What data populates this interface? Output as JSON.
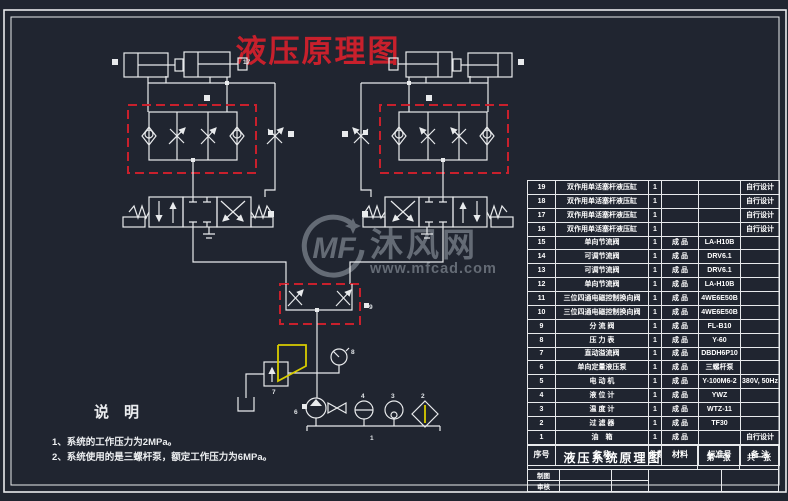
{
  "title": "液压原理图",
  "watermark": {
    "logo": "MF",
    "site_name": "沐风网",
    "url": "www.mfcad.com"
  },
  "notes": {
    "heading": "说　明",
    "lines": [
      "1、系统的工作压力为2MPa。",
      "2、系统使用的是三螺杆泵，额定工作压力为6MPa。"
    ]
  },
  "balloons": {
    "cylinder": "17",
    "divider": "9",
    "gauge": "8",
    "relief": "7",
    "pump": "6",
    "level": "4",
    "thermo": "3",
    "filter": "2",
    "tank": "1"
  },
  "bom": {
    "headers": {
      "no": "序号",
      "name": "名  称",
      "qty": "件数",
      "material": "材料",
      "standard": "标准号",
      "remark": "备  注"
    },
    "rows": [
      {
        "no": "19",
        "name": "双作用单活塞杆液压缸",
        "qty": "1",
        "material": "",
        "standard": "",
        "remark": "自行设计"
      },
      {
        "no": "18",
        "name": "双作用单活塞杆液压缸",
        "qty": "1",
        "material": "",
        "standard": "",
        "remark": "自行设计"
      },
      {
        "no": "17",
        "name": "双作用单活塞杆液压缸",
        "qty": "1",
        "material": "",
        "standard": "",
        "remark": "自行设计"
      },
      {
        "no": "16",
        "name": "双作用单活塞杆液压缸",
        "qty": "1",
        "material": "",
        "standard": "",
        "remark": "自行设计"
      },
      {
        "no": "15",
        "name": "单向节流阀",
        "qty": "1",
        "material": "成 品",
        "standard": "LA-H10B",
        "remark": ""
      },
      {
        "no": "14",
        "name": "可调节流阀",
        "qty": "1",
        "material": "成 品",
        "standard": "DRV6.1",
        "remark": ""
      },
      {
        "no": "13",
        "name": "可调节流阀",
        "qty": "1",
        "material": "成 品",
        "standard": "DRV6.1",
        "remark": ""
      },
      {
        "no": "12",
        "name": "单向节流阀",
        "qty": "1",
        "material": "成 品",
        "standard": "LA-H10B",
        "remark": ""
      },
      {
        "no": "11",
        "name": "三位四通电磁控制换向阀",
        "qty": "1",
        "material": "成 品",
        "standard": "4WE6E50B",
        "remark": ""
      },
      {
        "no": "10",
        "name": "三位四通电磁控制换向阀",
        "qty": "1",
        "material": "成 品",
        "standard": "4WE6E50B",
        "remark": ""
      },
      {
        "no": "9",
        "name": "分 流 阀",
        "qty": "1",
        "material": "成 品",
        "standard": "FL-B10",
        "remark": ""
      },
      {
        "no": "8",
        "name": "压 力 表",
        "qty": "1",
        "material": "成 品",
        "standard": "Y-60",
        "remark": ""
      },
      {
        "no": "7",
        "name": "直动溢流阀",
        "qty": "1",
        "material": "成 品",
        "standard": "DBDH6P10",
        "remark": ""
      },
      {
        "no": "6",
        "name": "单向定量液压泵",
        "qty": "1",
        "material": "成 品",
        "standard": "三螺杆泵",
        "remark": ""
      },
      {
        "no": "5",
        "name": "电 动 机",
        "qty": "1",
        "material": "成 品",
        "standard": "Y-100M6-2",
        "remark": "380V, 50Hz"
      },
      {
        "no": "4",
        "name": "液 位 计",
        "qty": "1",
        "material": "成 品",
        "standard": "YWZ",
        "remark": ""
      },
      {
        "no": "3",
        "name": "温 度 计",
        "qty": "1",
        "material": "成 品",
        "standard": "WTZ-11",
        "remark": ""
      },
      {
        "no": "2",
        "name": "过 滤 器",
        "qty": "1",
        "material": "成 品",
        "standard": "TF30",
        "remark": ""
      },
      {
        "no": "1",
        "name": "油　箱",
        "qty": "1",
        "material": "成 品",
        "standard": "",
        "remark": "自行设计"
      }
    ]
  },
  "title_block": {
    "drawing_title": "液压系统原理图",
    "sheet": "第一张",
    "total": "共一张",
    "made_by": "制图",
    "checked_by": "审核"
  },
  "colors": {
    "background": "#202530",
    "line": "#e8eaec",
    "accent_red": "#c8202c",
    "highlight_yellow": "#d8cc00",
    "watermark_gray": "#a8b0ba"
  }
}
